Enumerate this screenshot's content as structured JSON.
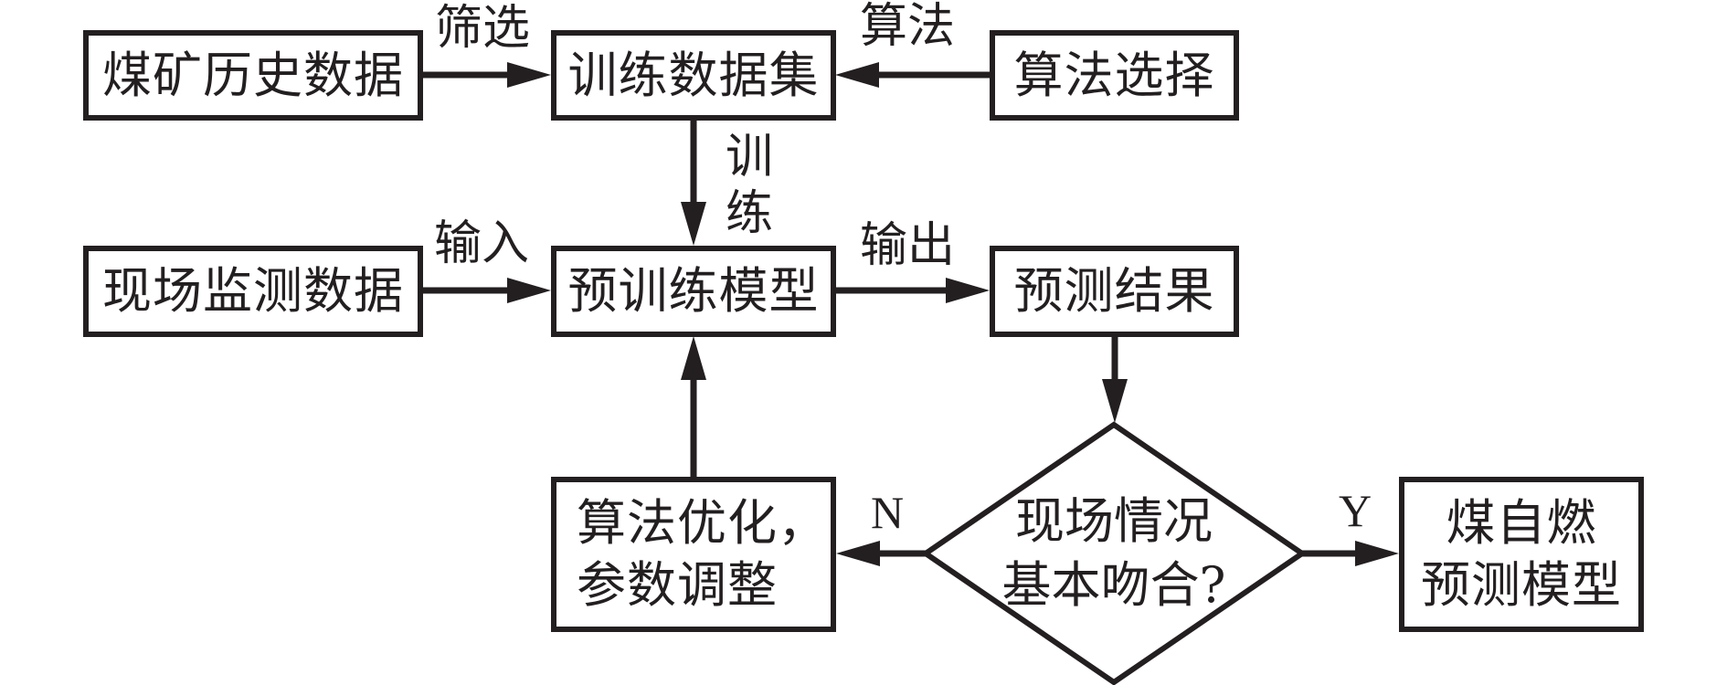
{
  "diagram": {
    "type": "flowchart",
    "nodes": {
      "coal_history": {
        "label": "煤矿历史数据"
      },
      "training_set": {
        "label": "训练数据集"
      },
      "algo_select": {
        "label": "算法选择"
      },
      "field_monitor": {
        "label": "现场监测数据"
      },
      "pretrained_model": {
        "label": "预训练模型"
      },
      "prediction_result": {
        "label": "预测结果"
      },
      "optimize": {
        "lines": [
          "算法优化，",
          "参数调整"
        ]
      },
      "decision": {
        "lines": [
          "现场情况",
          "基本吻合?"
        ]
      },
      "final_model": {
        "lines": [
          "煤自燃",
          "预测模型"
        ]
      }
    },
    "edge_labels": {
      "filter": "筛选",
      "algorithm": "算法",
      "train_1": "训",
      "train_2": "练",
      "input": "输入",
      "output": "输出",
      "no": "N",
      "yes": "Y"
    },
    "edges": [
      {
        "from": "煤矿历史数据",
        "to": "训练数据集",
        "label": "筛选"
      },
      {
        "from": "算法选择",
        "to": "训练数据集",
        "label": "算法"
      },
      {
        "from": "训练数据集",
        "to": "预训练模型",
        "label": "训练"
      },
      {
        "from": "现场监测数据",
        "to": "预训练模型",
        "label": "输入"
      },
      {
        "from": "预训练模型",
        "to": "预测结果",
        "label": "输出"
      },
      {
        "from": "预测结果",
        "to": "现场情况基本吻合?",
        "label": ""
      },
      {
        "from": "现场情况基本吻合?",
        "to": "算法优化，参数调整",
        "label": "N"
      },
      {
        "from": "现场情况基本吻合?",
        "to": "煤自燃预测模型",
        "label": "Y"
      },
      {
        "from": "算法优化，参数调整",
        "to": "预训练模型",
        "label": ""
      }
    ],
    "colors": {
      "stroke": "#231f20",
      "text": "#231f20",
      "background": "#ffffff"
    }
  }
}
